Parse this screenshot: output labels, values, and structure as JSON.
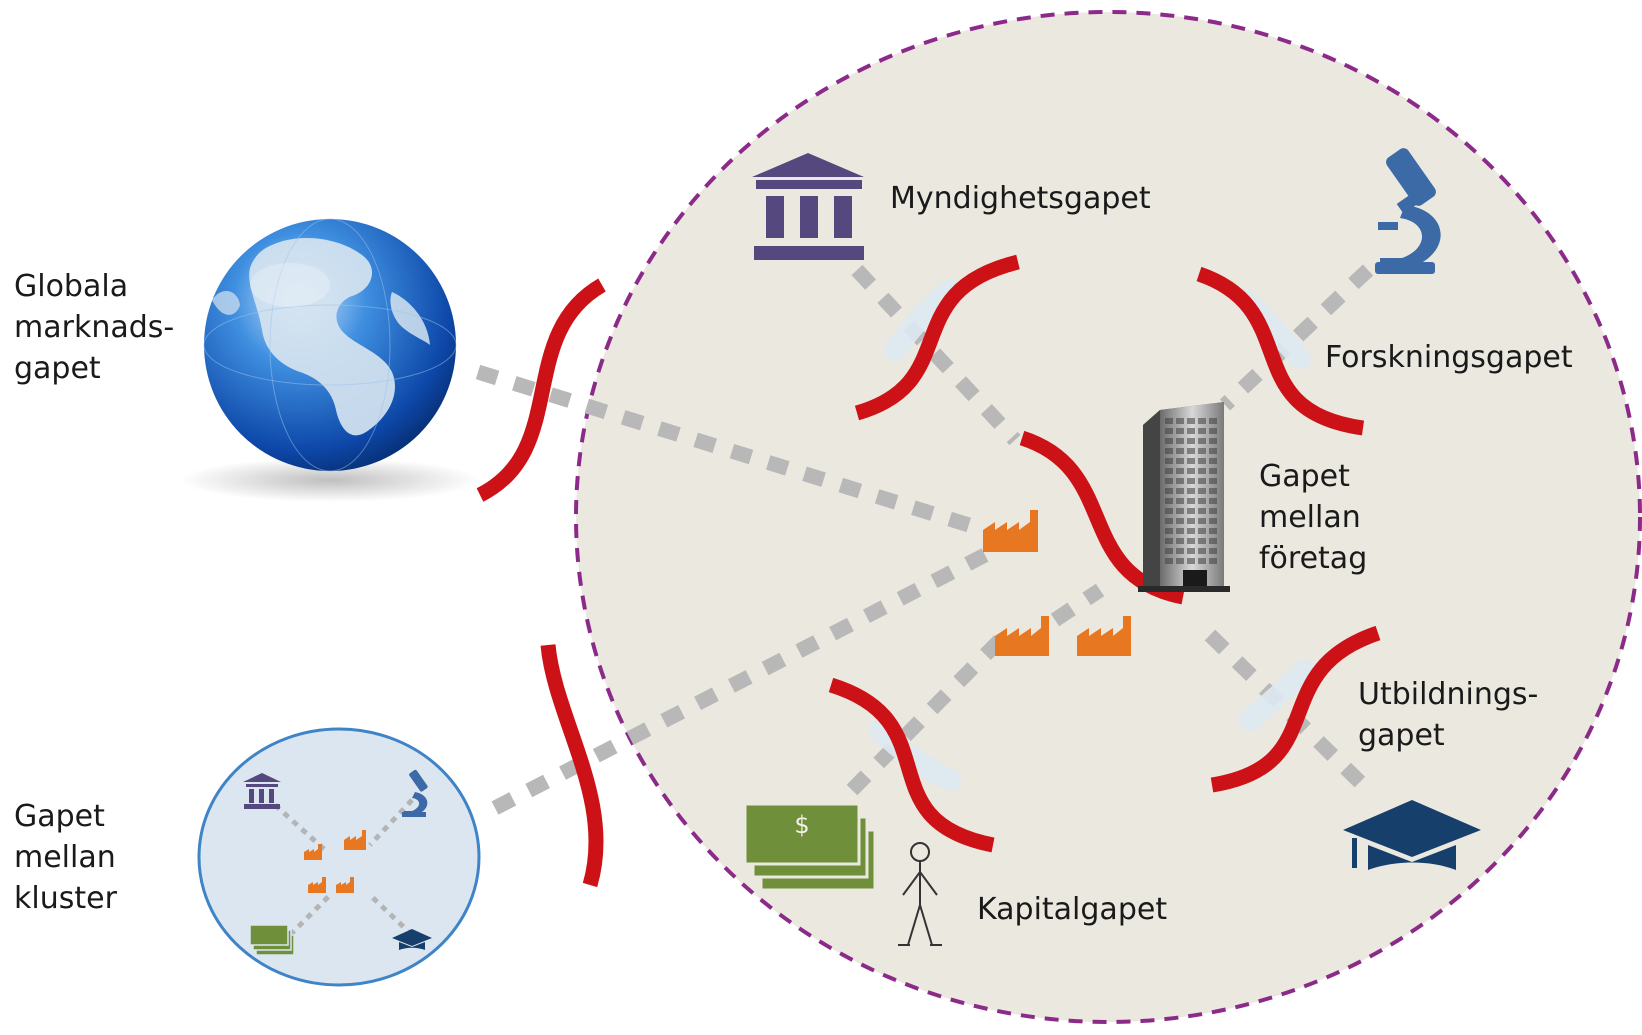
{
  "labels": {
    "globala_marknadsgapet": [
      "Globala",
      "marknads-",
      "gapet"
    ],
    "gapet_mellan_kluster": [
      "Gapet",
      "mellan",
      "kluster"
    ],
    "myndighetsgapet": "Myndighetsgapet",
    "forskningsgapet": "Forskningsgapet",
    "gapet_mellan_foretag": [
      "Gapet",
      "mellan",
      "företag"
    ],
    "utbildningsgapet": [
      "Utbildnings-",
      "gapet"
    ],
    "kapitalgapet": "Kapitalgapet",
    "money_symbol": "$"
  },
  "colors": {
    "cluster_fill": "#ebe8e0",
    "cluster_border": "#8c2a8a",
    "gap_line": "#cc1216",
    "connector": "#b8b8b8",
    "authority_icon": "#55487e",
    "research_icon": "#3c6aa6",
    "factory_icon": "#e87722",
    "money_icon": "#6f8f3a",
    "education_icon": "#173f6b",
    "mini_cluster_fill": "#dbe6f1",
    "mini_cluster_border": "#3f84c6"
  },
  "icons": [
    "globe-icon",
    "government-building-icon",
    "microscope-icon",
    "office-building-icon",
    "factory-icon",
    "money-stack-icon",
    "person-icon",
    "graduation-cap-icon",
    "mini-cluster-icon"
  ]
}
